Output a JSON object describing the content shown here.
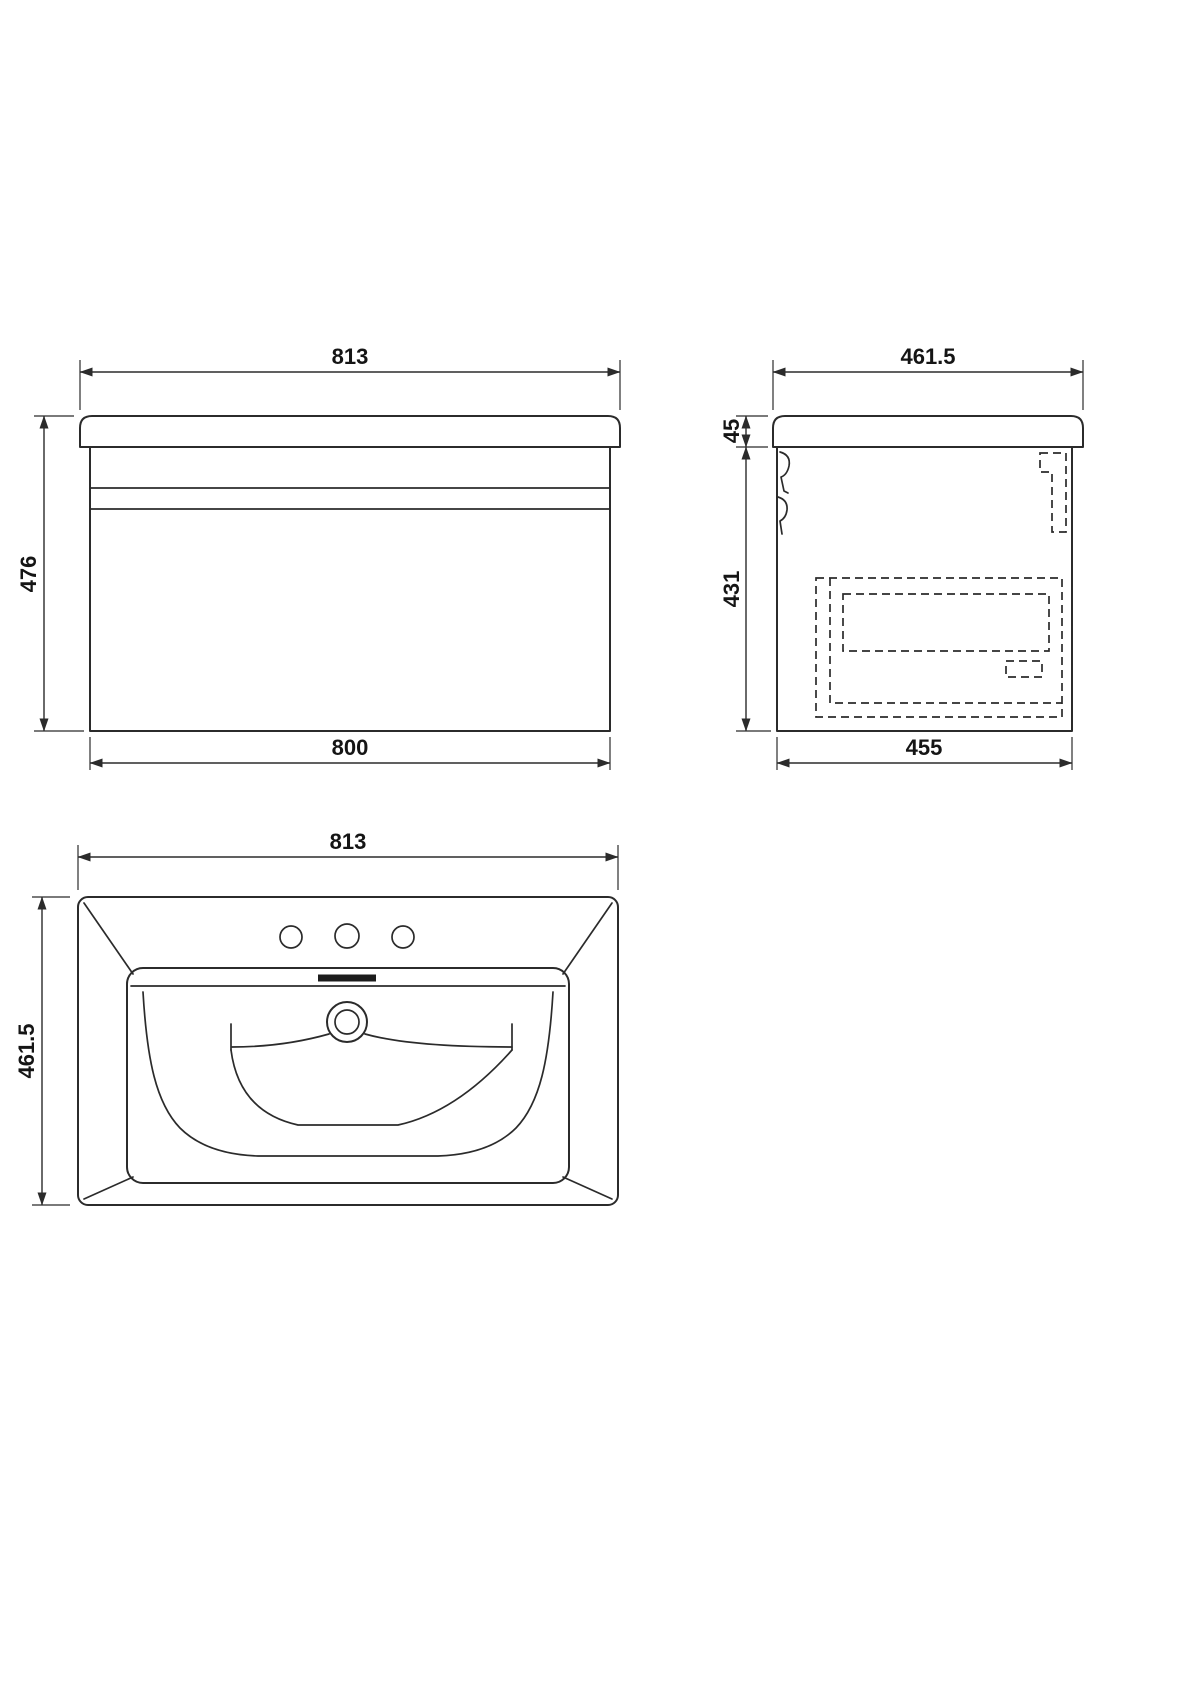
{
  "front_view": {
    "dim_width_top": "813",
    "dim_height": "476",
    "dim_width_bottom": "800"
  },
  "side_view": {
    "dim_depth_top": "461.5",
    "dim_countertop_thickness": "45",
    "dim_cabinet_height": "431",
    "dim_depth_bottom": "455"
  },
  "plan_view": {
    "dim_width": "813",
    "dim_depth": "461.5"
  },
  "colors": {
    "line": "#2b2b2b",
    "background": "#ffffff"
  }
}
